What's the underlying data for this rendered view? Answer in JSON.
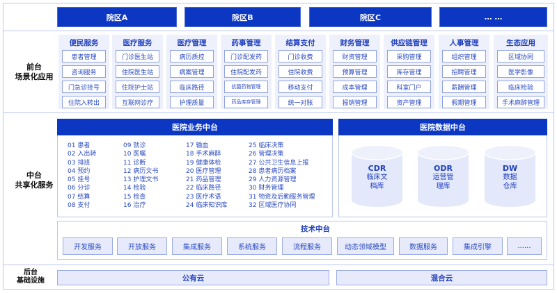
{
  "campuses": [
    "院区A",
    "院区B",
    "院区C",
    "… …"
  ],
  "layers": {
    "front": "前台\n场景化应用",
    "front_line1": "前台",
    "front_line2": "场景化应用",
    "middle_line1": "中台",
    "middle_line2": "共享化服务",
    "back_line1": "后台",
    "back_line2": "基础设施"
  },
  "front_columns": [
    {
      "title": "便民服务",
      "items": [
        "患者管理",
        "咨询服务",
        "门急诊挂号",
        "住院入转出"
      ]
    },
    {
      "title": "医疗服务",
      "items": [
        "门诊医生站",
        "住院医生站",
        "住院护士站",
        "互联网诊疗"
      ]
    },
    {
      "title": "医疗管理",
      "items": [
        "病历质控",
        "病案管理",
        "临床路径",
        "护理质量"
      ]
    },
    {
      "title": "药事管理",
      "items": [
        "门诊配发药",
        "住院配发药",
        "抗菌药物管理",
        "药品库存管理"
      ]
    },
    {
      "title": "结算支付",
      "items": [
        "门诊收费",
        "住院收费",
        "移动支付",
        "统一对账"
      ]
    },
    {
      "title": "财务管理",
      "items": [
        "财资管理",
        "预算管理",
        "成本管理",
        "报销管理"
      ]
    },
    {
      "title": "供应链管理",
      "items": [
        "采购管理",
        "库存管理",
        "科室门户",
        "资产管理"
      ]
    },
    {
      "title": "人事管理",
      "items": [
        "组织管理",
        "招聘管理",
        "薪酬管理",
        "假期管理"
      ]
    },
    {
      "title": "生态应用",
      "items": [
        "区域协同",
        "医学影像",
        "临床检验",
        "手术麻醉管理"
      ]
    }
  ],
  "business_platform": {
    "title": "医院业务中台",
    "columns": [
      [
        "01 患者",
        "02 入出转",
        "03 排班",
        "04 预约",
        "05 挂号",
        "06 分诊",
        "07 结算",
        "08 支付"
      ],
      [
        "09 就诊",
        "10 医嘱",
        "11 诊断",
        "12 病历文书",
        "13 护理文书",
        "14 检验",
        "15 检查",
        "16 治疗"
      ],
      [
        "17 输血",
        "18 手术麻醉",
        "19 健康体检",
        "20 医疗管理",
        "21 药品管理",
        "22 临床路径",
        "23 医疗术语",
        "24 临床知识库"
      ],
      [
        "25 临床决策",
        "26 管理决策",
        "27 公共卫生信息上报",
        "28 患者病历档案",
        "29 人力资源管理",
        "30 财务管理",
        "31 物资及后勤服务管理",
        "32 区域医疗协同"
      ]
    ]
  },
  "data_platform": {
    "title": "医院数据中台",
    "stores": [
      {
        "code": "CDR",
        "line1": "临床文",
        "line2": "档库"
      },
      {
        "code": "ODR",
        "line1": "运营管",
        "line2": "理库"
      },
      {
        "code": "DW",
        "line1": "数据",
        "line2": "仓库"
      }
    ]
  },
  "tech_platform": {
    "title": "技术中台",
    "services": [
      "开发服务",
      "开放服务",
      "集成服务",
      "系统服务",
      "流程服务",
      "动态领域模型",
      "数据服务",
      "集成引擎",
      "......"
    ]
  },
  "infrastructure": [
    "公有云",
    "混合云"
  ],
  "colors": {
    "primary": "#0b37c2",
    "text_blue": "#1f3fbf",
    "light_fill": "#e6eafb",
    "border": "#b9c6ee"
  }
}
